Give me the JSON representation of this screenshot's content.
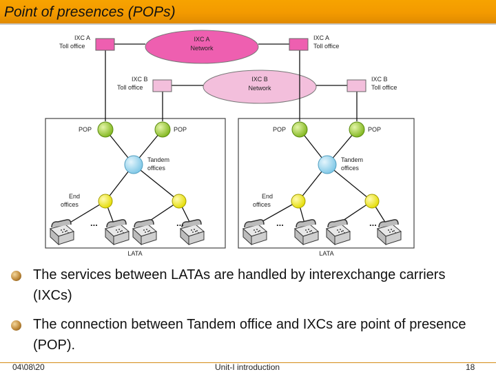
{
  "slide": {
    "title": "Point of presences (POPs)",
    "bullets": [
      "The services between LATAs are handled by interexchange carriers (IXCs)",
      "The connection between Tandem office and IXCs are point of presence (POP)."
    ],
    "footer": {
      "date": "04\\08\\20",
      "center": "Unit-I introduction",
      "page": "18"
    }
  },
  "diagram": {
    "colors": {
      "ixc_a": "#ee5fb0",
      "ixc_b": "#f3bfdc",
      "pop": "#a6d63c",
      "tandem": "#a6dcf0",
      "end_office": "#f2ee00"
    },
    "network_a": [
      "IXC A",
      "Network"
    ],
    "network_b": [
      "IXC B",
      "Network"
    ],
    "toll_a_left": [
      "IXC A",
      "Toll office"
    ],
    "toll_a_right": [
      "IXC A",
      "Toll office"
    ],
    "toll_b_left": [
      "IXC B",
      "Toll office"
    ],
    "toll_b_right": [
      "IXC B",
      "Toll office"
    ],
    "pop_label": "POP",
    "tandem_label": [
      "Tandem",
      "offices"
    ],
    "end_label": [
      "End",
      "offices"
    ],
    "lata_label": "LATA",
    "ellipsis": "..."
  }
}
